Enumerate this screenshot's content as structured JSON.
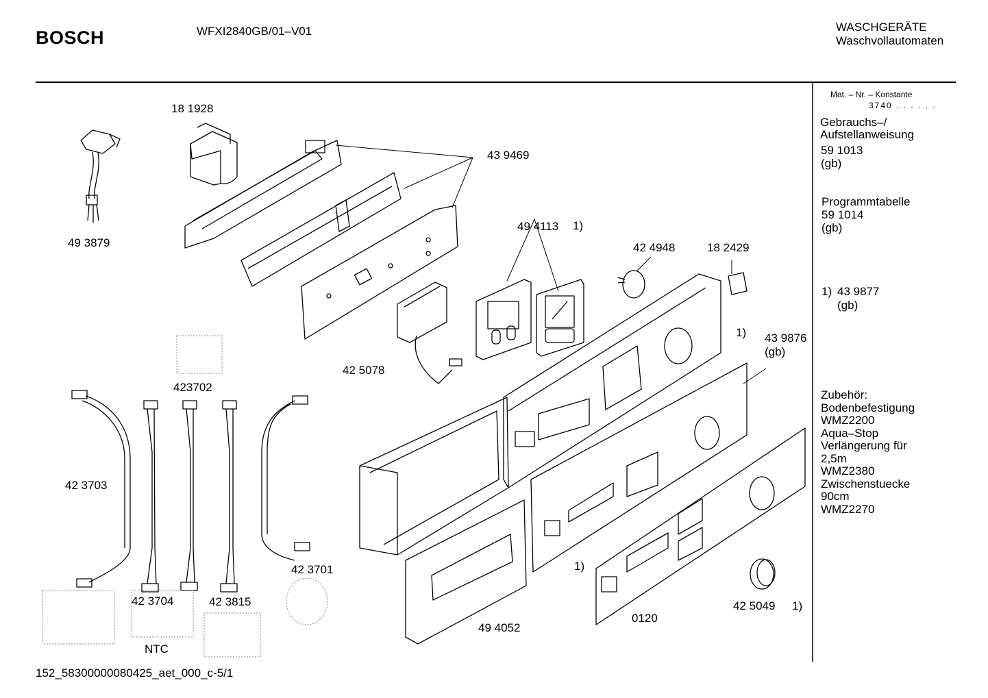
{
  "header": {
    "brand": "BOSCH",
    "model": "WFXI2840GB/01–V01",
    "category_line1": "WASCHGERÄTE",
    "category_line2": "Waschvollautomaten"
  },
  "sidebar": {
    "mat_constant_label": "Mat. – Nr. – Konstante",
    "mat_constant_value": "3740 . . . . . .",
    "manual_title_1": "Gebrauchs–/",
    "manual_title_2": "Aufstellanweisung",
    "manual_number": "59 1013",
    "manual_lang": "(gb)",
    "program_title": "Programmtabelle",
    "program_number": "59 1014",
    "program_lang": "(gb)",
    "footnote_marker": "1)",
    "footnote_number": "43 9877",
    "footnote_lang": "(gb)",
    "accessories": [
      "Zubehör:",
      "Bodenbefestigung",
      "WMZ2200",
      "Aqua–Stop",
      "Verlängerung für",
      "2,5m",
      "WMZ2380",
      "Zwischenstuecke",
      "90cm",
      "WMZ2270"
    ]
  },
  "parts": {
    "p181928": "18 1928",
    "p439469": "43 9469",
    "p493879": "49 3879",
    "p494113": "49 4113",
    "p494113_note": "1)",
    "p424948": "42 4948",
    "p182429": "18 2429",
    "p425078": "42 5078",
    "p423702": "423702",
    "p439876_note": "1)",
    "p439876": "43 9876",
    "p439876_lang": "(gb)",
    "p423703": "42 3703",
    "p423701": "42 3701",
    "p423704": "42 3704",
    "p423815": "42 3815",
    "ntc": "NTC",
    "p494052": "49 4052",
    "fascia_note": "1)",
    "p0120": "0120",
    "p425049": "42 5049",
    "p425049_note": "1)"
  },
  "footer": {
    "doc_id": "152_58300000080425_aet_000_c-5/1"
  }
}
